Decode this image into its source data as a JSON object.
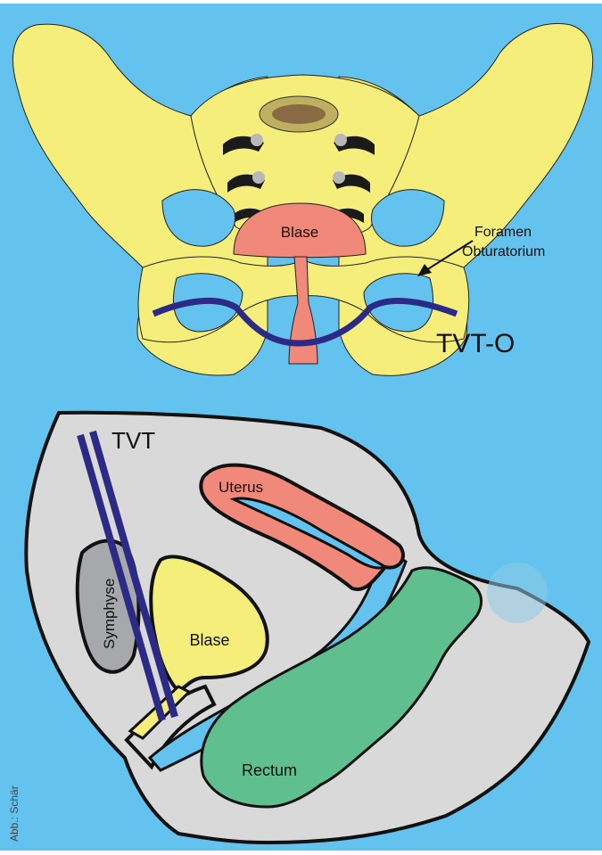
{
  "colors": {
    "background": "#63c3ee",
    "bone": "#f6ee7a",
    "bladder": "#f1897a",
    "tape": "#2b2a86",
    "tissue": "#d9d9d9",
    "symphysis": "#a6a8ab",
    "rectum": "#5fbf8f",
    "uterus": "#f1897a",
    "spine": "#8a6a45",
    "outline": "#111111"
  },
  "top_diagram": {
    "label_bladder": "Blase",
    "label_foramen_line1": "Foramen",
    "label_foramen_line2": "Obturatorium",
    "label_tvto": "TVT-O"
  },
  "bottom_diagram": {
    "label_tvt": "TVT",
    "label_uterus": "Uterus",
    "label_symphysis": "Symphyse",
    "label_bladder": "Blase",
    "label_rectum": "Rectum"
  },
  "credit": "Abb.: Schär"
}
